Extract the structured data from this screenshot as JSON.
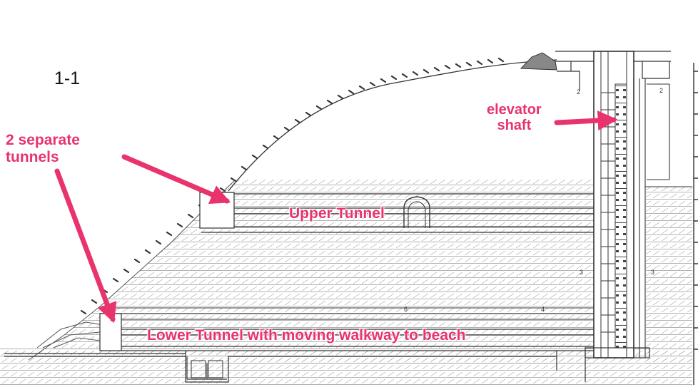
{
  "section_label": "1-1",
  "annotations": {
    "separate_tunnels": [
      "2 separate",
      "tunnels"
    ],
    "upper_tunnel": "Upper Tunnel",
    "elevator_shaft": [
      "elevator",
      "shaft"
    ],
    "lower_tunnel": "Lower Tunnel with moving walkway to beach"
  },
  "markers": {
    "section_2": "2",
    "section_3": "3",
    "section_4": "4",
    "section_6": "6"
  },
  "colors": {
    "annotation": "#e8336c",
    "line": "#333333",
    "hatch": "#9a9a9a"
  }
}
